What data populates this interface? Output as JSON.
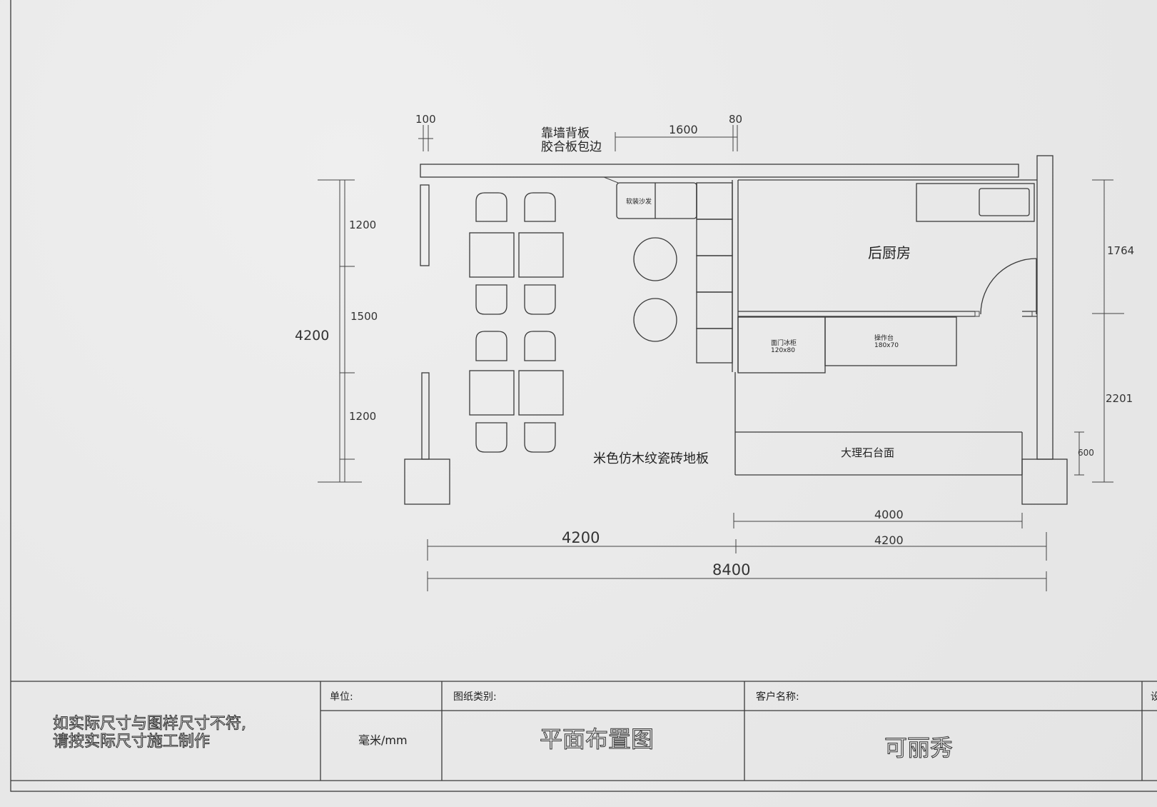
{
  "dimensions": {
    "top_left": "100",
    "top_mid": "1600",
    "top_right": "80",
    "left_total": "4200",
    "left_seg1": "1200",
    "left_seg2": "1500",
    "left_seg3": "1200",
    "right_upper": "1764",
    "right_lower": "2201",
    "right_small": "600",
    "bottom_counter": "4000",
    "bottom_left": "4200",
    "bottom_right": "4200",
    "bottom_total": "8400"
  },
  "labels": {
    "wall_panel_line1": "靠墙背板",
    "wall_panel_line2": "胶合板包边",
    "sofa": "软装沙发",
    "kitchen": "后厨房",
    "fridge_line1": "面门冰柜",
    "fridge_line2": "120x80",
    "workbench_line1": "操作台",
    "workbench_line2": "180x70",
    "counter": "大理石台面",
    "floor": "米色仿木纹瓷砖地板"
  },
  "title_block": {
    "note_line1": "如实际尺寸与图样尺寸不符,",
    "note_line2": "请按实际尺寸施工制作",
    "unit_label": "单位:",
    "unit_value": "毫米/mm",
    "type_label": "图纸类别:",
    "type_value": "平面布置图",
    "client_label": "客户名称:",
    "client_value": "可丽秀",
    "cut_text": "设"
  }
}
